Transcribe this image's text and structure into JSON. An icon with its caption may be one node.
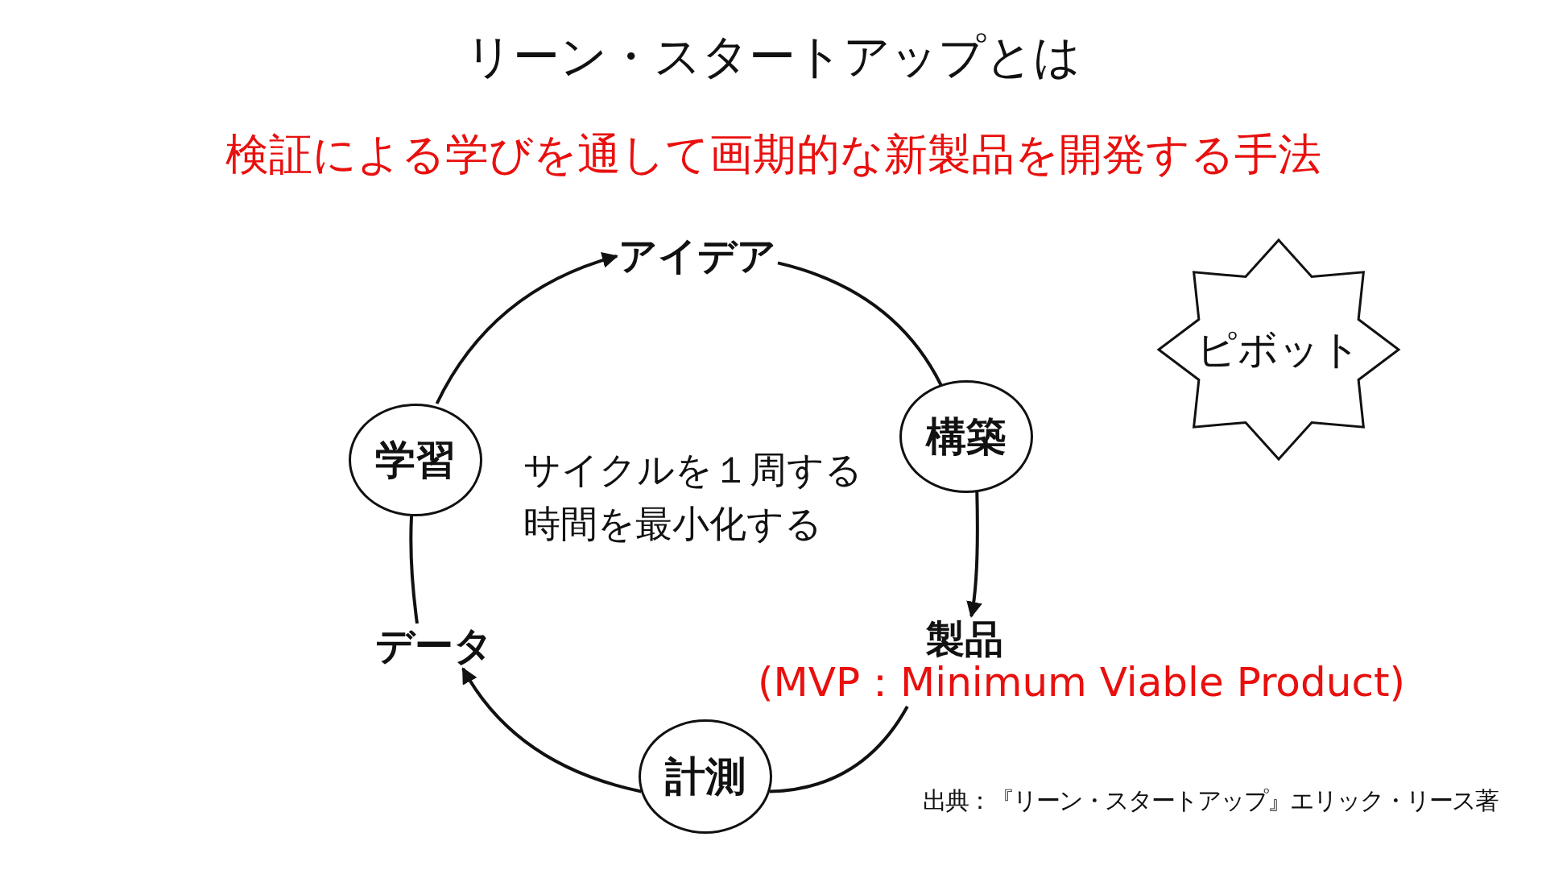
{
  "diagram": {
    "title": "リーン・スタートアップとは",
    "nodes": [
      {
        "text": [
          "アイデア"
        ]
      },
      {
        "text": [
          "構築"
        ]
      },
      {
        "text": [
          "製品",
          "(MVP：Minimum Viable Product)"
        ]
      },
      {
        "text": [
          "計測"
        ]
      },
      {
        "text": [
          "データ"
        ]
      },
      {
        "text": [
          "学習"
        ]
      },
      {
        "text": [
          "ピボット"
        ]
      }
    ],
    "edges": [
      {
        "from": 5,
        "to": 0,
        "arrow": "to"
      },
      {
        "from": 0,
        "to": 1,
        "arrow": "none"
      },
      {
        "from": 1,
        "to": 2,
        "arrow": "to"
      },
      {
        "from": 2,
        "to": 3,
        "arrow": "none"
      },
      {
        "from": 3,
        "to": 4,
        "arrow": "to"
      },
      {
        "from": 4,
        "to": 5,
        "arrow": "none"
      }
    ],
    "labels": [
      "検証による学びを通して画期的な新製品を開発する手法",
      "サイクルを１周する時間を最小化する",
      "出典：『リーン・スタートアップ』エリック・リース著"
    ]
  }
}
